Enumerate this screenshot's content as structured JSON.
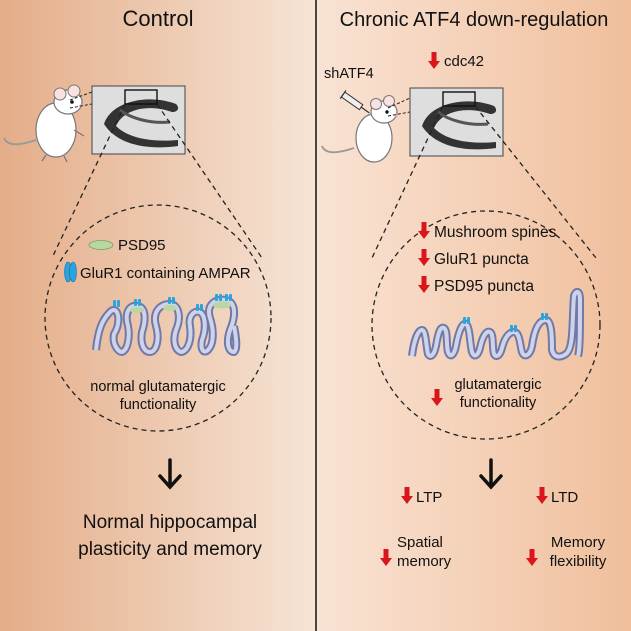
{
  "left_panel": {
    "title": "Control",
    "legend": {
      "psd95": "PSD95",
      "glur1": "GluR1 containing AMPAR"
    },
    "description_line1": "normal glutamatergic",
    "description_line2": "functionality",
    "outcome_line1": "Normal hippocampal",
    "outcome_line2": "plasticity and memory"
  },
  "right_panel": {
    "title": "Chronic ATF4 down-regulation",
    "cdc42": "cdc42",
    "injection_label": "shATF4",
    "decreases": [
      "Mushroom spines",
      "GluR1 puncta",
      "PSD95 puncta"
    ],
    "description_line1": "glutamatergic",
    "description_line2": "functionality",
    "ltp": "LTP",
    "ltd": "LTD",
    "spatial_line1": "Spatial",
    "spatial_line2": "memory",
    "flex_line1": "Memory",
    "flex_line2": "flexibility"
  },
  "colors": {
    "left_bg_top": "#e8b896",
    "left_bg_bottom": "#f5e3d6",
    "right_bg_top": "#f2c6a6",
    "down_arrow": "#d8161b",
    "psd95": "#b9d7a3",
    "glur1": "#2aa4dc",
    "membrane": "#8a95c4"
  },
  "icons": [
    "mouse-icon",
    "hippocampus-slice-icon",
    "syringe-icon",
    "down-arrow-icon"
  ]
}
